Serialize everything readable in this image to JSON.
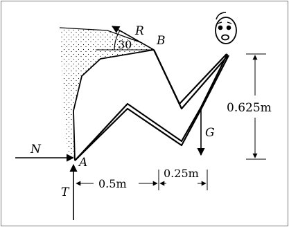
{
  "diagram": {
    "colors": {
      "ink": "#000000",
      "frame": "#7a7a7a",
      "background": "#ffffff"
    },
    "labels": {
      "point_a": "A",
      "point_b": "B",
      "force_r": "R",
      "force_n": "N",
      "force_t": "T",
      "force_g": "G",
      "angle": "30",
      "dim_vertical": "0.625m",
      "dim_horizontal_1": "0.5m",
      "dim_horizontal_2": "0.25m"
    }
  }
}
